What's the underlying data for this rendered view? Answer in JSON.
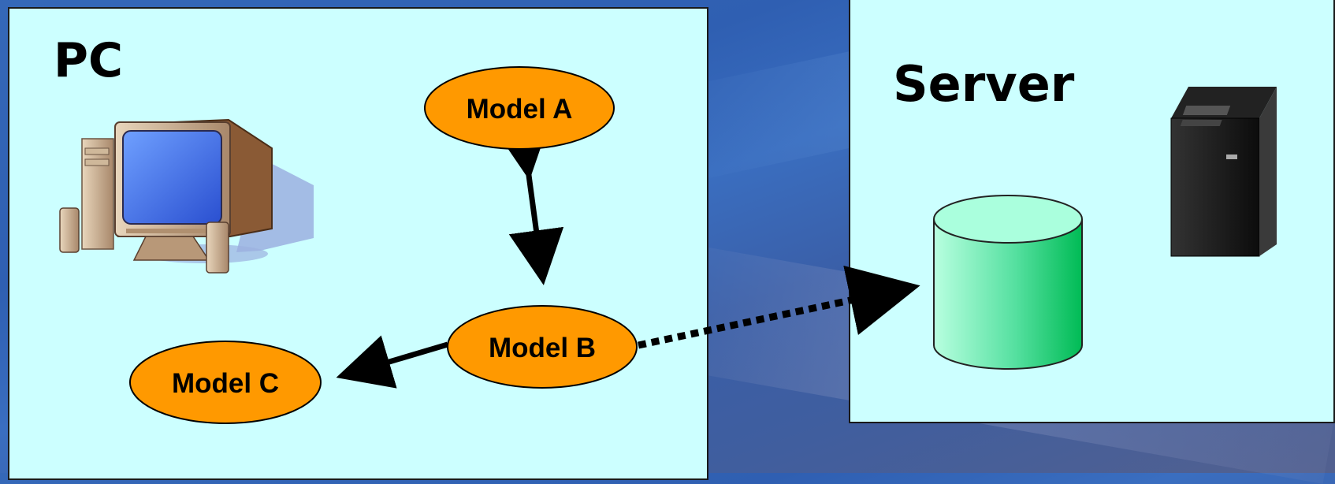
{
  "pc": {
    "title": "PC"
  },
  "server": {
    "title": "Server"
  },
  "nodes": {
    "model_a": {
      "label": "Model A"
    },
    "model_b": {
      "label": "Model B"
    },
    "model_c": {
      "label": "Model C"
    }
  },
  "icons": {
    "desktop": "desktop-computer-icon",
    "tower": "server-tower-icon",
    "database": "database-cylinder-icon"
  },
  "colors": {
    "panel_fill": "#ccffff",
    "node_fill": "#ff9900",
    "database_fill": "#33dd88",
    "background": "#3466b5"
  }
}
